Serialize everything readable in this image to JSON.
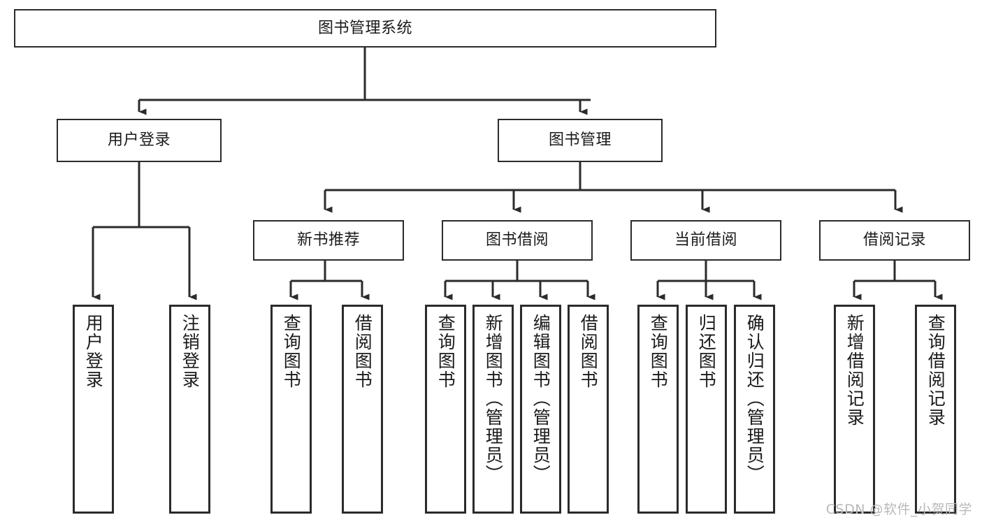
{
  "diagram": {
    "title": "图书管理系统",
    "type": "tree",
    "watermark": "CSDN @软件_小贺同学",
    "colors": {
      "box_border": "#2b2b2b",
      "box_fill": "#ffffff",
      "edge": "#2b2b2b",
      "background": "#ffffff",
      "watermark": "#b9b9b9"
    },
    "root": {
      "id": "root",
      "label": "图书管理系统"
    },
    "level2": [
      {
        "id": "user-login",
        "label": "用户登录"
      },
      {
        "id": "book-manage",
        "label": "图书管理"
      }
    ],
    "level3": [
      {
        "id": "new-book-rec",
        "label": "新书推荐",
        "parent": "book-manage"
      },
      {
        "id": "book-borrow",
        "label": "图书借阅",
        "parent": "book-manage"
      },
      {
        "id": "current-borrow",
        "label": "当前借阅",
        "parent": "book-manage"
      },
      {
        "id": "borrow-record",
        "label": "借阅记录",
        "parent": "book-manage"
      }
    ],
    "leaves": [
      {
        "id": "leaf-user-login",
        "label": "用户登录",
        "parent": "user-login"
      },
      {
        "id": "leaf-user-logout",
        "label": "注销登录",
        "parent": "user-login"
      },
      {
        "id": "leaf-query-book-1",
        "label": "查询图书",
        "parent": "new-book-rec"
      },
      {
        "id": "leaf-borrow-book-1",
        "label": "借阅图书",
        "parent": "new-book-rec"
      },
      {
        "id": "leaf-query-book-2",
        "label": "查询图书",
        "parent": "book-borrow"
      },
      {
        "id": "leaf-add-book",
        "label": "新增图书（管理员）",
        "parent": "book-borrow"
      },
      {
        "id": "leaf-edit-book",
        "label": "编辑图书（管理员）",
        "parent": "book-borrow"
      },
      {
        "id": "leaf-borrow-book-2",
        "label": "借阅图书",
        "parent": "book-borrow"
      },
      {
        "id": "leaf-query-book-3",
        "label": "查询图书",
        "parent": "current-borrow"
      },
      {
        "id": "leaf-return-book",
        "label": "归还图书",
        "parent": "current-borrow"
      },
      {
        "id": "leaf-confirm-return",
        "label": "确认归还（管理员）",
        "parent": "current-borrow"
      },
      {
        "id": "leaf-add-record",
        "label": "新增借阅记录",
        "parent": "borrow-record"
      },
      {
        "id": "leaf-query-record",
        "label": "查询借阅记录",
        "parent": "borrow-record"
      }
    ]
  }
}
